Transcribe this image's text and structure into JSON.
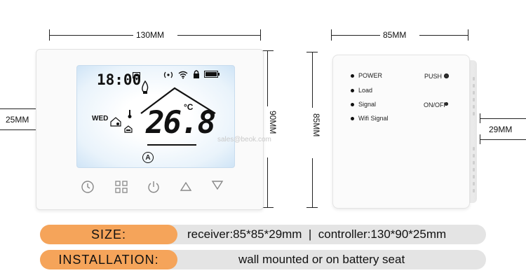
{
  "dimensions": {
    "thermostat_width": "130MM",
    "thermostat_height": "90MM",
    "thermostat_depth": "25MM",
    "receiver_width": "85MM",
    "receiver_height": "85MM",
    "receiver_depth": "29MM"
  },
  "thermostat_display": {
    "time": "18:00",
    "day": "WED",
    "temperature": "26.8",
    "unit": "°C",
    "mode_symbol": "A"
  },
  "thermostat_buttons": [
    {
      "icon": "clock-icon"
    },
    {
      "icon": "menu-grid-icon"
    },
    {
      "icon": "power-icon"
    },
    {
      "icon": "up-arrow-icon"
    },
    {
      "icon": "down-arrow-icon"
    }
  ],
  "receiver": {
    "indicators": [
      "POWER",
      "Load",
      "Signal",
      "Wifi Signal"
    ],
    "push_label": "PUSH",
    "onoff_label": "ON/OFF"
  },
  "watermark": "sales@beok.com",
  "specs": [
    {
      "label": "SIZE:",
      "value": "receiver:85*85*29mm  |  controller:130*90*25mm"
    },
    {
      "label": "INSTALLATION:",
      "value": "wall mounted or on battery seat"
    }
  ],
  "colors": {
    "label_bar": "#f5a45a",
    "value_bar": "#e4e4e4",
    "lcd_glow": "#cfe4f6"
  }
}
